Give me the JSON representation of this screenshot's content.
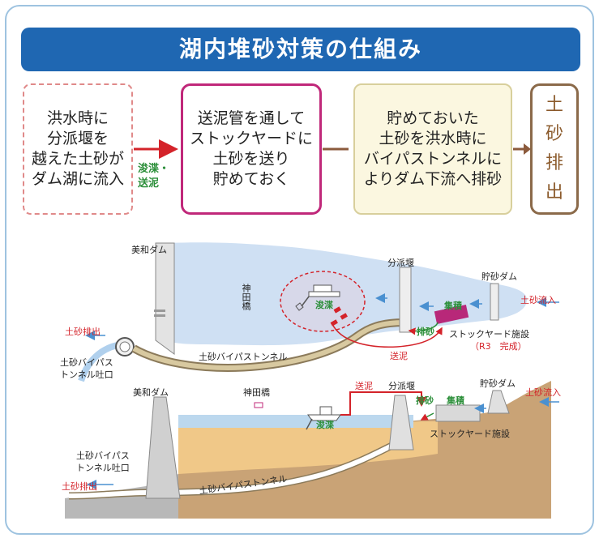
{
  "title": "湖内堆砂対策の仕組み",
  "flow": {
    "step1": [
      "洪水時に",
      "分派堰を",
      "越えた土砂が",
      "ダム湖に流入"
    ],
    "arrow1_label": [
      "浚渫・",
      "送泥"
    ],
    "step2": [
      "送泥管を通して",
      "ストックヤードに",
      "土砂を送り",
      "貯めておく"
    ],
    "step3": [
      "貯めておいた",
      "土砂を洪水時に",
      "バイパストンネルに",
      "よりダム下流へ排砂"
    ],
    "step4": [
      "土",
      "砂",
      "排",
      "出"
    ]
  },
  "plan_view": {
    "miwa_dam": "美和ダム",
    "kanda_bridge": "神田橋",
    "bunpa_weir": "分派堰",
    "chosa_dam": "貯砂ダム",
    "inflow": "土砂流入",
    "dredging": "浚渫",
    "accumulation": "集積",
    "discharge": "排砂",
    "stockyard": "ストックヤード施設",
    "stockyard_note": "（R3　完成）",
    "mud_transport": "送泥",
    "bypass_tunnel": "土砂バイパストンネル",
    "outflow": "土砂排出",
    "tunnel_outlet": [
      "土砂バイパス",
      "トンネル吐口"
    ]
  },
  "section_view": {
    "miwa_dam": "美和ダム",
    "kanda_bridge": "神田橋",
    "mud_transport": "送泥",
    "bunpa_weir": "分派堰",
    "chosa_dam": "貯砂ダム",
    "inflow": "土砂流入",
    "discharge": "排砂",
    "accumulation": "集積",
    "dredging": "浚渫",
    "stockyard": "ストックヤード施設",
    "tunnel_outlet": [
      "土砂バイパス",
      "トンネル吐口"
    ],
    "bypass_tunnel": "土砂バイパストンネル",
    "outflow": "土砂排出"
  }
}
